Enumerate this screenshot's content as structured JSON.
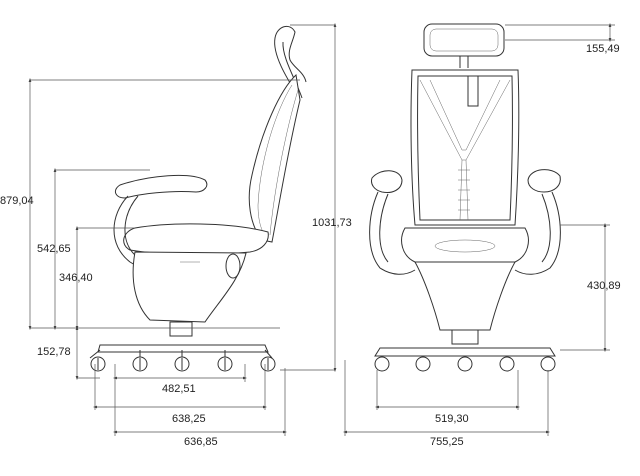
{
  "drawing": {
    "side_view": {
      "dimensions": {
        "overall_height": "1031,73",
        "back_top_height": "879,04",
        "armrest_height": "542,65",
        "seat_height": "346,40",
        "base_height": "152,78",
        "base_inner_width": "482,51",
        "base_width": "638,25",
        "depth": "636,85"
      }
    },
    "front_view": {
      "dimensions": {
        "headrest_height": "155,49",
        "armrest_to_floor": "430,89",
        "base_inner_width": "519,30",
        "overall_width": "755,25"
      }
    }
  }
}
